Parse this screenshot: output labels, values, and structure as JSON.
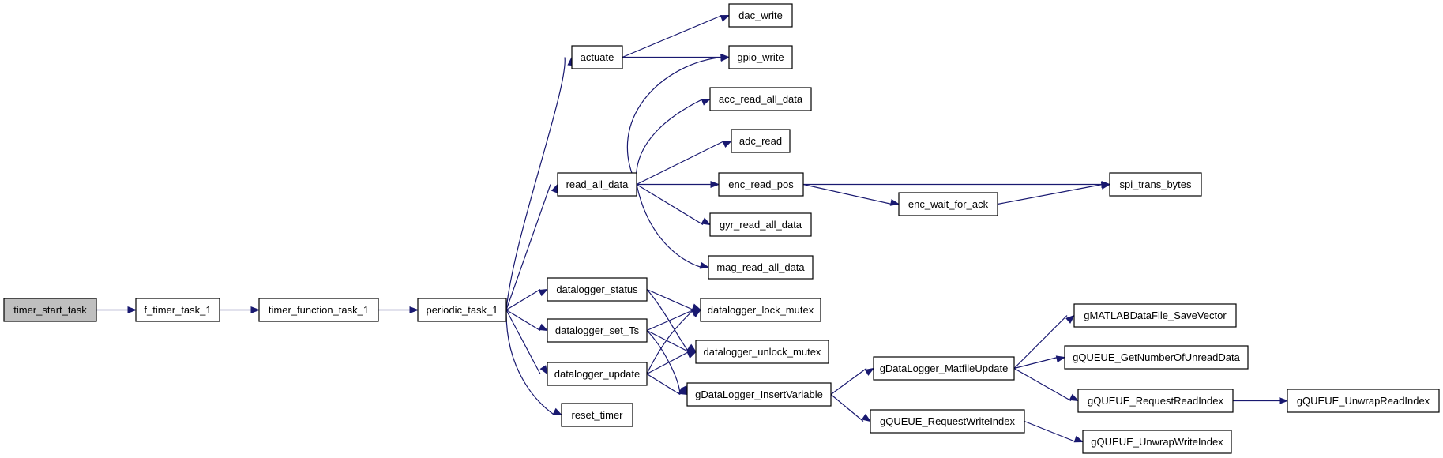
{
  "diagram": {
    "type": "call-graph",
    "node_color": "#ffffff",
    "root_node_color": "#bfbfbf",
    "edge_color": "#191970",
    "nodes": [
      {
        "id": "timer_start_task",
        "label": "timer_start_task",
        "root": true
      },
      {
        "id": "f_timer_task_1",
        "label": "f_timer_task_1"
      },
      {
        "id": "timer_function_task_1",
        "label": "timer_function_task_1"
      },
      {
        "id": "periodic_task_1",
        "label": "periodic_task_1"
      },
      {
        "id": "actuate",
        "label": "actuate"
      },
      {
        "id": "read_all_data",
        "label": "read_all_data"
      },
      {
        "id": "datalogger_status",
        "label": "datalogger_status"
      },
      {
        "id": "datalogger_set_Ts",
        "label": "datalogger_set_Ts"
      },
      {
        "id": "datalogger_update",
        "label": "datalogger_update"
      },
      {
        "id": "reset_timer",
        "label": "reset_timer"
      },
      {
        "id": "dac_write",
        "label": "dac_write"
      },
      {
        "id": "gpio_write",
        "label": "gpio_write"
      },
      {
        "id": "acc_read_all_data",
        "label": "acc_read_all_data"
      },
      {
        "id": "adc_read",
        "label": "adc_read"
      },
      {
        "id": "enc_read_pos",
        "label": "enc_read_pos"
      },
      {
        "id": "gyr_read_all_data",
        "label": "gyr_read_all_data"
      },
      {
        "id": "mag_read_all_data",
        "label": "mag_read_all_data"
      },
      {
        "id": "datalogger_lock_mutex",
        "label": "datalogger_lock_mutex"
      },
      {
        "id": "datalogger_unlock_mutex",
        "label": "datalogger_unlock_mutex"
      },
      {
        "id": "gDataLogger_InsertVariable",
        "label": "gDataLogger_InsertVariable"
      },
      {
        "id": "enc_wait_for_ack",
        "label": "enc_wait_for_ack"
      },
      {
        "id": "spi_trans_bytes",
        "label": "spi_trans_bytes"
      },
      {
        "id": "gDataLogger_MatfileUpdate",
        "label": "gDataLogger_MatfileUpdate"
      },
      {
        "id": "gQUEUE_RequestWriteIndex",
        "label": "gQUEUE_RequestWriteIndex"
      },
      {
        "id": "gMATLABDataFile_SaveVector",
        "label": "gMATLABDataFile_SaveVector"
      },
      {
        "id": "gQUEUE_GetNumberOfUnreadData",
        "label": "gQUEUE_GetNumberOfUnreadData"
      },
      {
        "id": "gQUEUE_RequestReadIndex",
        "label": "gQUEUE_RequestReadIndex"
      },
      {
        "id": "gQUEUE_UnwrapReadIndex",
        "label": "gQUEUE_UnwrapReadIndex"
      },
      {
        "id": "gQUEUE_UnwrapWriteIndex",
        "label": "gQUEUE_UnwrapWriteIndex"
      }
    ],
    "edges": [
      {
        "from": "timer_start_task",
        "to": "f_timer_task_1"
      },
      {
        "from": "f_timer_task_1",
        "to": "timer_function_task_1"
      },
      {
        "from": "timer_function_task_1",
        "to": "periodic_task_1"
      },
      {
        "from": "periodic_task_1",
        "to": "actuate"
      },
      {
        "from": "periodic_task_1",
        "to": "read_all_data"
      },
      {
        "from": "periodic_task_1",
        "to": "datalogger_status"
      },
      {
        "from": "periodic_task_1",
        "to": "datalogger_set_Ts"
      },
      {
        "from": "periodic_task_1",
        "to": "datalogger_update"
      },
      {
        "from": "periodic_task_1",
        "to": "reset_timer"
      },
      {
        "from": "actuate",
        "to": "dac_write"
      },
      {
        "from": "actuate",
        "to": "gpio_write"
      },
      {
        "from": "read_all_data",
        "to": "gpio_write"
      },
      {
        "from": "read_all_data",
        "to": "acc_read_all_data"
      },
      {
        "from": "read_all_data",
        "to": "adc_read"
      },
      {
        "from": "read_all_data",
        "to": "enc_read_pos"
      },
      {
        "from": "read_all_data",
        "to": "gyr_read_all_data"
      },
      {
        "from": "read_all_data",
        "to": "mag_read_all_data"
      },
      {
        "from": "enc_read_pos",
        "to": "spi_trans_bytes"
      },
      {
        "from": "enc_read_pos",
        "to": "enc_wait_for_ack"
      },
      {
        "from": "enc_wait_for_ack",
        "to": "spi_trans_bytes"
      },
      {
        "from": "datalogger_status",
        "to": "datalogger_lock_mutex"
      },
      {
        "from": "datalogger_status",
        "to": "datalogger_unlock_mutex"
      },
      {
        "from": "datalogger_set_Ts",
        "to": "datalogger_lock_mutex"
      },
      {
        "from": "datalogger_set_Ts",
        "to": "datalogger_unlock_mutex"
      },
      {
        "from": "datalogger_set_Ts",
        "to": "gDataLogger_InsertVariable"
      },
      {
        "from": "datalogger_update",
        "to": "datalogger_lock_mutex"
      },
      {
        "from": "datalogger_update",
        "to": "datalogger_unlock_mutex"
      },
      {
        "from": "datalogger_update",
        "to": "gDataLogger_InsertVariable"
      },
      {
        "from": "gDataLogger_InsertVariable",
        "to": "gDataLogger_MatfileUpdate"
      },
      {
        "from": "gDataLogger_InsertVariable",
        "to": "gQUEUE_RequestWriteIndex"
      },
      {
        "from": "gDataLogger_MatfileUpdate",
        "to": "gMATLABDataFile_SaveVector"
      },
      {
        "from": "gDataLogger_MatfileUpdate",
        "to": "gQUEUE_GetNumberOfUnreadData"
      },
      {
        "from": "gDataLogger_MatfileUpdate",
        "to": "gQUEUE_RequestReadIndex"
      },
      {
        "from": "gQUEUE_RequestReadIndex",
        "to": "gQUEUE_UnwrapReadIndex"
      },
      {
        "from": "gQUEUE_RequestWriteIndex",
        "to": "gQUEUE_UnwrapWriteIndex"
      }
    ]
  }
}
